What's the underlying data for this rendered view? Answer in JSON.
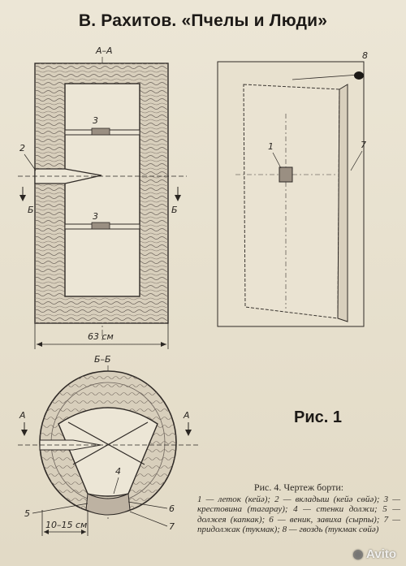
{
  "title": "В. Рахитов. «Пчелы и Люди»",
  "figure_label": "Рис. 1",
  "section_labels": {
    "top": "А–А",
    "bottom": "Б–Б",
    "cut_b": "Б",
    "cut_a": "А"
  },
  "dimensions": {
    "width": "63 см",
    "opening": "10–15 см"
  },
  "part_numbers": [
    "1",
    "2",
    "3",
    "3",
    "4",
    "5",
    "6",
    "7",
    "7",
    "8"
  ],
  "caption": {
    "heading": "Рис. 4. Чертеж борти:",
    "body": "1 — леток (кейә); 2 — вкладыш (кейә сөйә); 3 — крестовина (тагарау); 4 — стенки должи; 5 — должея (капкак); 6 — веник, завиха (сырпы); 7 — придолжак (тукмак); 8 — гвоздь (тукмак сөйә)"
  },
  "watermark": {
    "text": "Avito",
    "mark": "◉"
  }
}
